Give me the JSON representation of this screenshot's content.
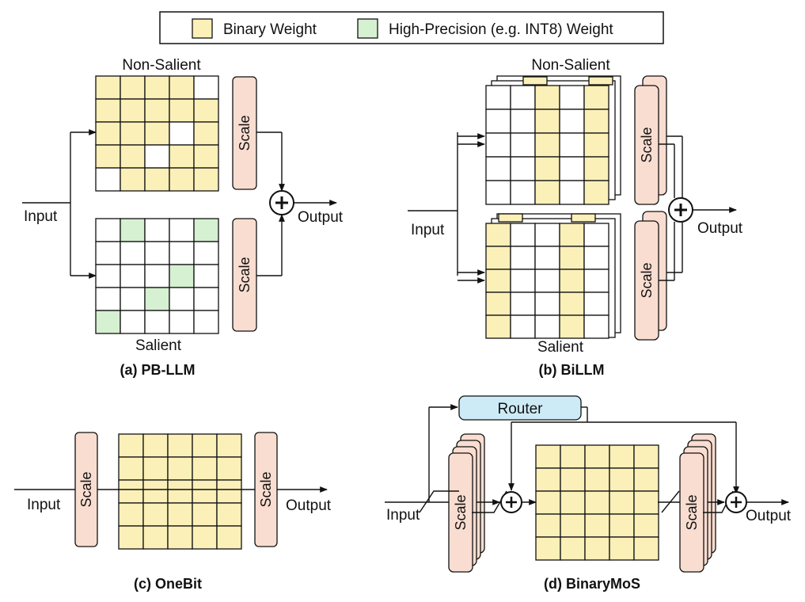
{
  "legend": {
    "binary_label": "Binary Weight",
    "high_precision_label": "High-Precision (e.g. INT8) Weight"
  },
  "labels": {
    "input": "Input",
    "output": "Output",
    "scale": "Scale",
    "non_salient": "Non-Salient",
    "salient": "Salient",
    "router": "Router"
  },
  "captions": {
    "a": "(a) PB-LLM",
    "b": "(b) BiLLM",
    "c": "(c) OneBit",
    "d": "(d) BinaryMoS"
  },
  "colors": {
    "binary": "#fbf0b8",
    "high_precision": "#d6f0d2",
    "scale_fill": "#f9ddd0",
    "router_fill": "#cdebf7",
    "stroke": "#111111"
  }
}
